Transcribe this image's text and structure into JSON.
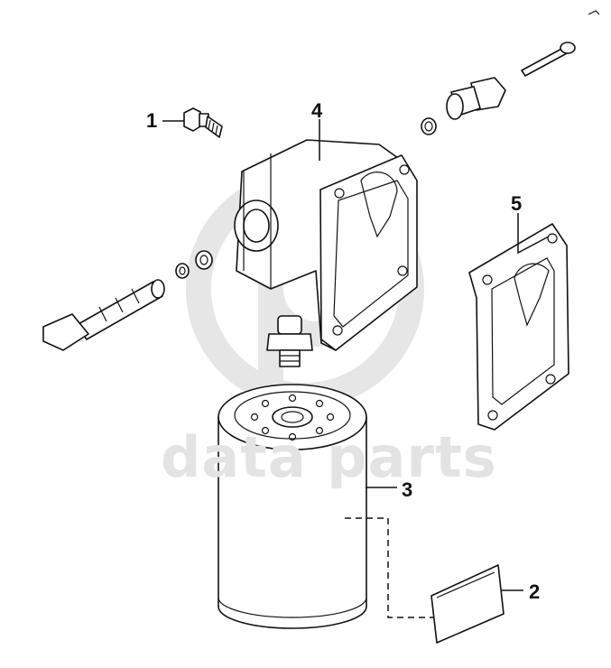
{
  "watermark": {
    "text": "data parts",
    "logo": "dp-logo-mark",
    "color": "#e3e3e3"
  },
  "callouts": [
    {
      "id": "1",
      "label": "1"
    },
    {
      "id": "2",
      "label": "2"
    },
    {
      "id": "3",
      "label": "3"
    },
    {
      "id": "4",
      "label": "4"
    },
    {
      "id": "5",
      "label": "5"
    }
  ],
  "parts": [
    {
      "callout": "1",
      "name": "bolt"
    },
    {
      "callout": "2",
      "name": "label-plate"
    },
    {
      "callout": "3",
      "name": "fuel-filter-cartridge"
    },
    {
      "callout": "4",
      "name": "filter-head-housing"
    },
    {
      "callout": "5",
      "name": "gasket"
    }
  ],
  "line_color": "#111111"
}
